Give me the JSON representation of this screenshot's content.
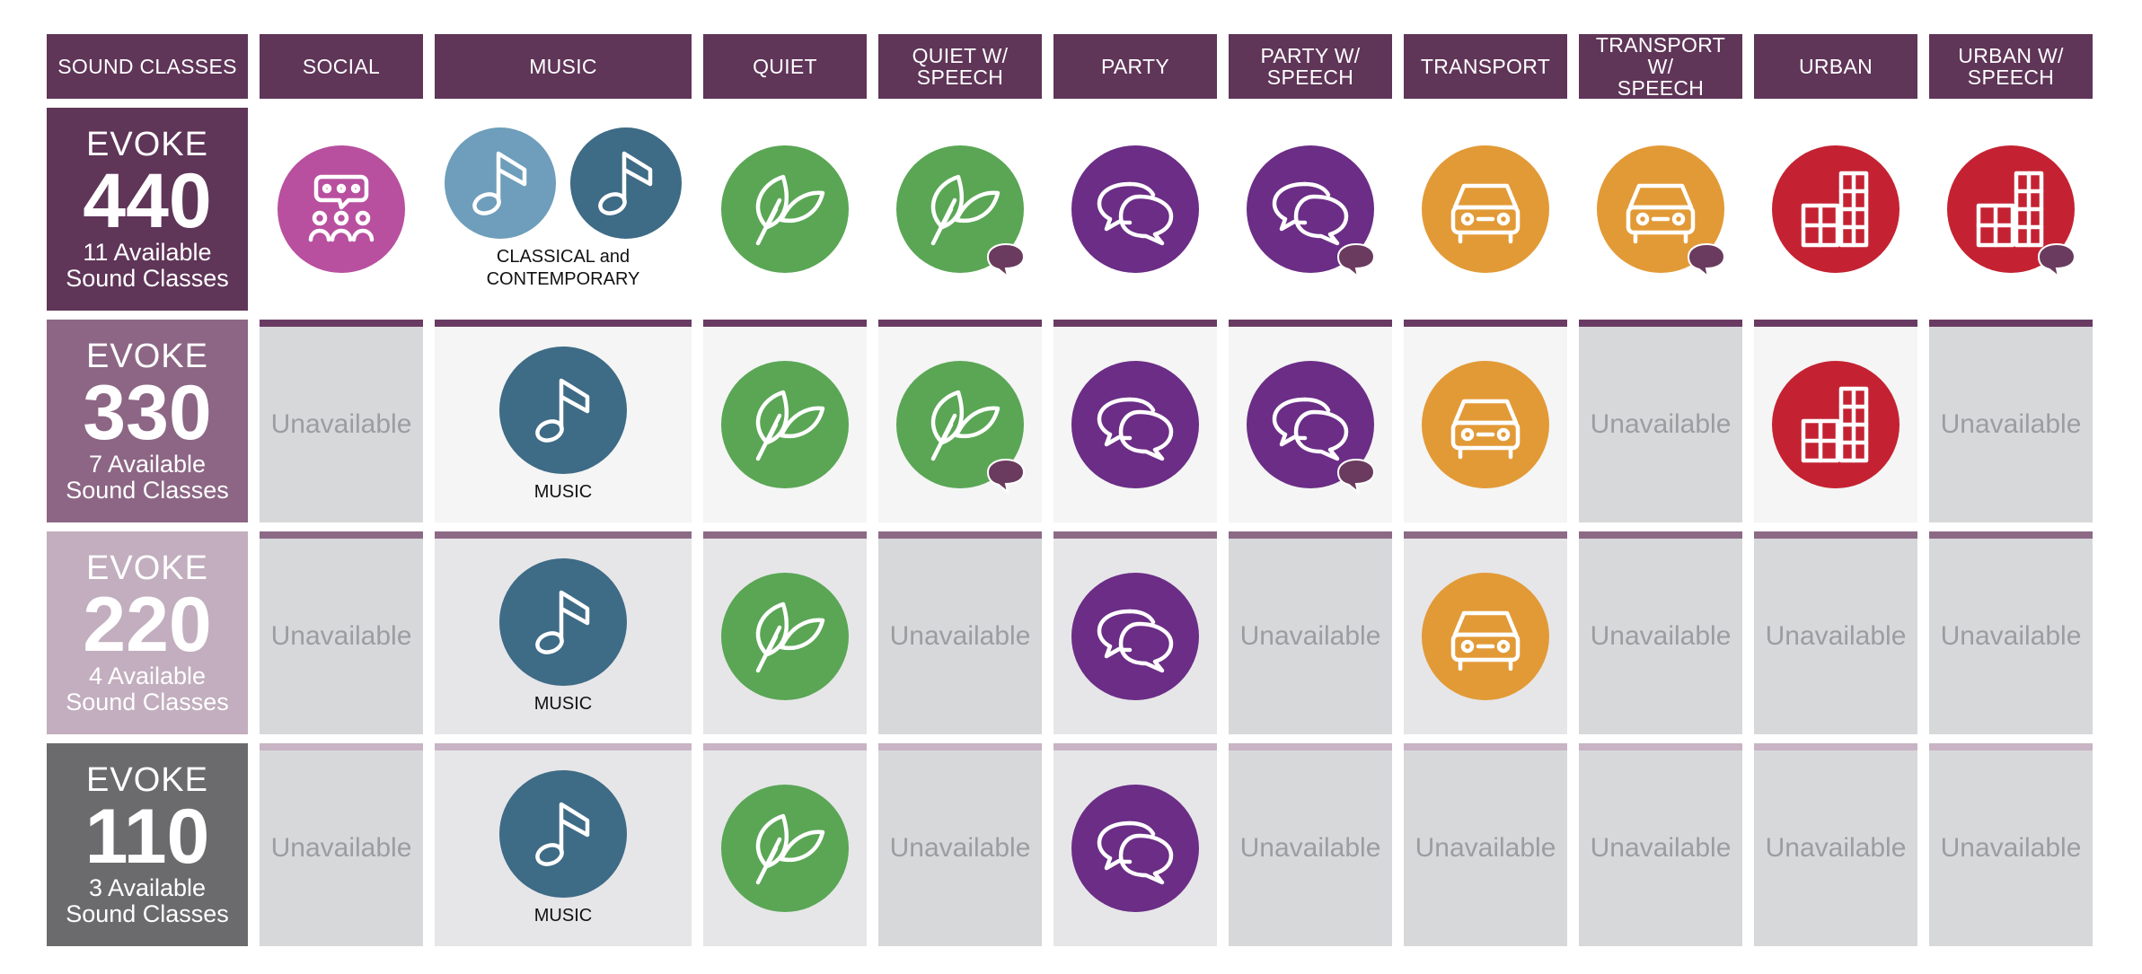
{
  "columns": [
    {
      "label": "SOUND CLASSES"
    },
    {
      "label": "SOCIAL"
    },
    {
      "label": "MUSIC"
    },
    {
      "label": "QUIET"
    },
    {
      "label": "QUIET W/\nSPEECH"
    },
    {
      "label": "PARTY"
    },
    {
      "label": "PARTY W/\nSPEECH"
    },
    {
      "label": "TRANSPORT"
    },
    {
      "label": "TRANSPORT W/\nSPEECH"
    },
    {
      "label": "URBAN"
    },
    {
      "label": "URBAN W/\nSPEECH"
    }
  ],
  "colors": {
    "header": "#5f3558",
    "social": "#b8509f",
    "music_light": "#6e9ebb",
    "music_dark": "#3e6b86",
    "quiet": "#5aa655",
    "party": "#6b2d86",
    "transport": "#e29a37",
    "urban": "#c42232",
    "speech_bubble": "#6a3b5e"
  },
  "unavailable_label": "Unavailable",
  "rows": [
    {
      "brand": "EVOKE",
      "number": "440",
      "available": "11 Available\nSound Classes",
      "row_color": "#5f3558",
      "top_border": "#5f3558",
      "cells": [
        {
          "type": "social"
        },
        {
          "type": "music-pair",
          "caption": "CLASSICAL and\nCONTEMPORARY"
        },
        {
          "type": "quiet"
        },
        {
          "type": "quiet",
          "speech": true
        },
        {
          "type": "party"
        },
        {
          "type": "party",
          "speech": true
        },
        {
          "type": "transport"
        },
        {
          "type": "transport",
          "speech": true
        },
        {
          "type": "urban"
        },
        {
          "type": "urban",
          "speech": true
        }
      ]
    },
    {
      "brand": "EVOKE",
      "number": "330",
      "available": "7 Available\nSound Classes",
      "row_color": "#8c6684",
      "top_border": "#6a3b62",
      "cells": [
        {
          "type": "unavailable"
        },
        {
          "type": "music",
          "caption": "MUSIC"
        },
        {
          "type": "quiet"
        },
        {
          "type": "quiet",
          "speech": true
        },
        {
          "type": "party"
        },
        {
          "type": "party",
          "speech": true
        },
        {
          "type": "transport"
        },
        {
          "type": "unavailable"
        },
        {
          "type": "urban"
        },
        {
          "type": "unavailable"
        }
      ]
    },
    {
      "brand": "EVOKE",
      "number": "220",
      "available": "4 Available\nSound Classes",
      "row_color": "#c2aebe",
      "top_border": "#8c6a86",
      "cells": [
        {
          "type": "unavailable"
        },
        {
          "type": "music",
          "caption": "MUSIC"
        },
        {
          "type": "quiet"
        },
        {
          "type": "unavailable"
        },
        {
          "type": "party"
        },
        {
          "type": "unavailable"
        },
        {
          "type": "transport"
        },
        {
          "type": "unavailable"
        },
        {
          "type": "unavailable"
        },
        {
          "type": "unavailable"
        }
      ]
    },
    {
      "brand": "EVOKE",
      "number": "110",
      "available": "3 Available\nSound Classes",
      "row_color": "#6b6b6d",
      "top_border": "#c8b4c4",
      "cells": [
        {
          "type": "unavailable"
        },
        {
          "type": "music",
          "caption": "MUSIC"
        },
        {
          "type": "quiet"
        },
        {
          "type": "unavailable"
        },
        {
          "type": "party"
        },
        {
          "type": "unavailable"
        },
        {
          "type": "unavailable"
        },
        {
          "type": "unavailable"
        },
        {
          "type": "unavailable"
        },
        {
          "type": "unavailable"
        }
      ]
    }
  ]
}
